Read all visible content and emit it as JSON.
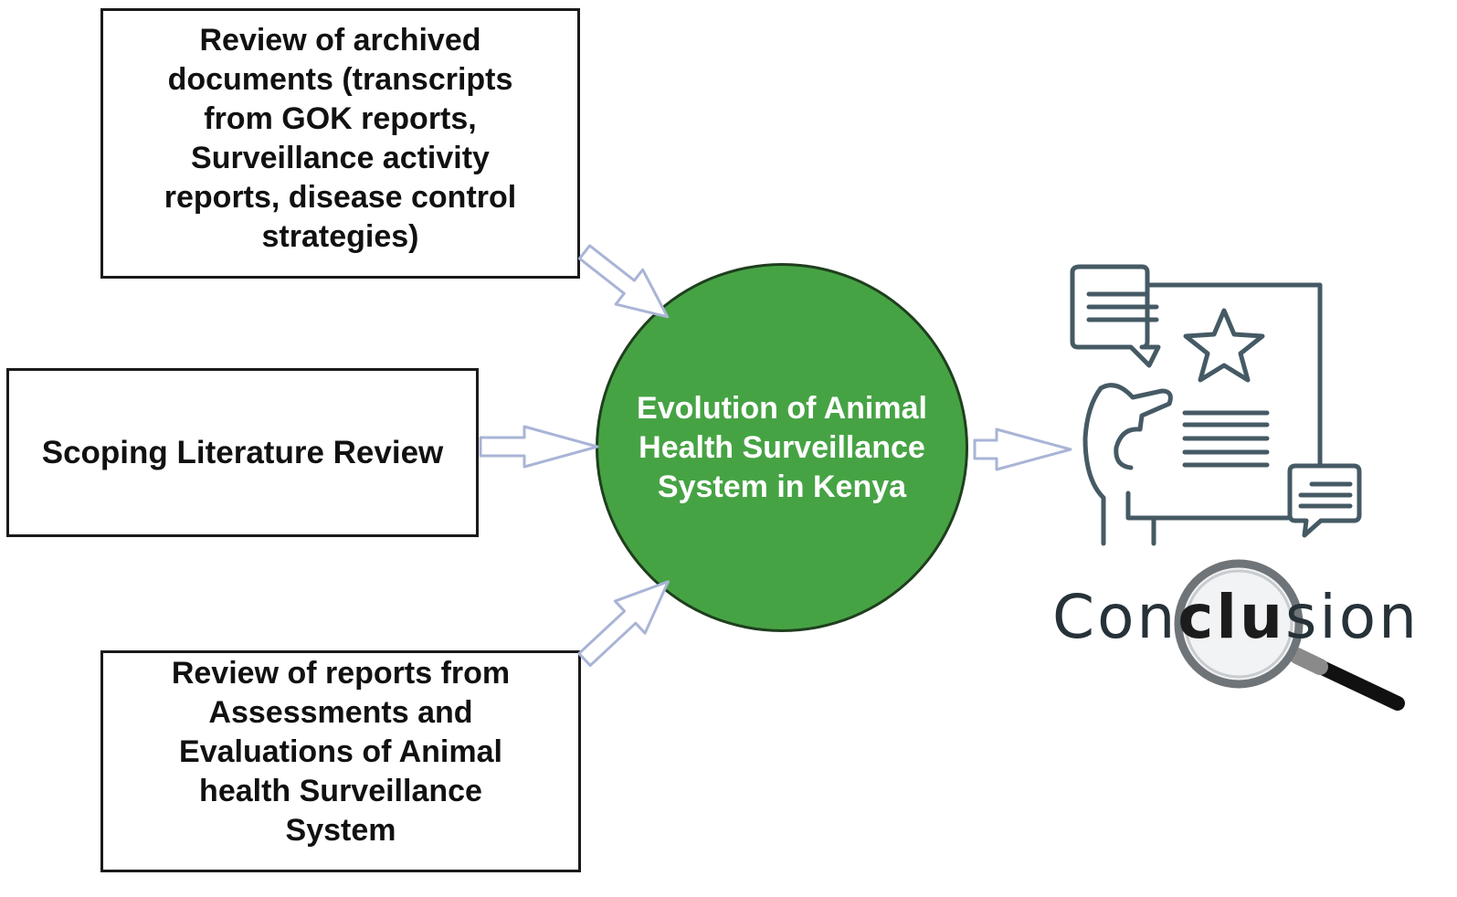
{
  "diagram": {
    "inputs": [
      {
        "label": "Review of archived\ndocuments (transcripts\nfrom GOK reports,\nSurveillance activity\nreports, disease control\nstrategies)"
      },
      {
        "label": "Scoping Literature Review"
      },
      {
        "label": "Review of reports from\nAssessments and\nEvaluations of Animal\nhealth Surveillance System"
      }
    ],
    "center": {
      "label": "Evolution of Animal\nHealth Surveillance\nSystem in Kenya",
      "fill_color": "#46a344"
    },
    "output": {
      "word_prefix": "Con",
      "word_emphasis": "clu",
      "word_suffix": "sion",
      "icon": "presentation-review-icon",
      "magnifier": "magnifying-glass-icon"
    },
    "arrow_color": "#a9b4d6"
  }
}
